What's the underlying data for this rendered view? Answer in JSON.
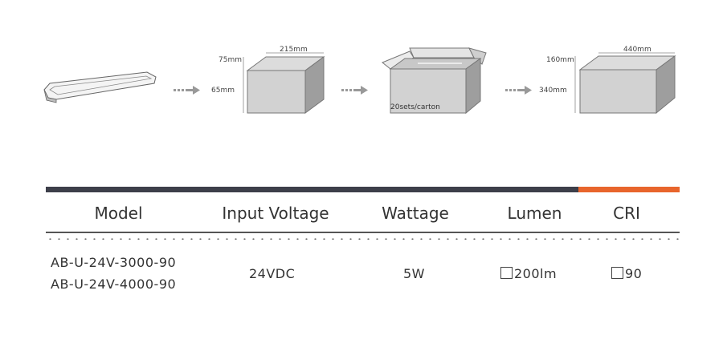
{
  "packaging": {
    "step1": {
      "height": "75mm",
      "width": "215mm",
      "depth": "65mm"
    },
    "step2": {
      "label": "20sets/carton"
    },
    "step3": {
      "height": "160mm",
      "width": "440mm",
      "depth": "340mm"
    },
    "arrow_icon": "dashed-arrow-icon"
  },
  "spec_table": {
    "headers": [
      "Model",
      "Input Voltage",
      "Wattage",
      "Lumen",
      "CRI"
    ],
    "row": {
      "models": [
        "AB-U-24V-3000-90",
        "AB-U-24V-4000-90"
      ],
      "input_voltage": "24VDC",
      "wattage": "5W",
      "lumen": "200lm",
      "cri": "90"
    }
  },
  "colors": {
    "bar_dark": "#3d3f4a",
    "bar_accent": "#e8652c"
  }
}
